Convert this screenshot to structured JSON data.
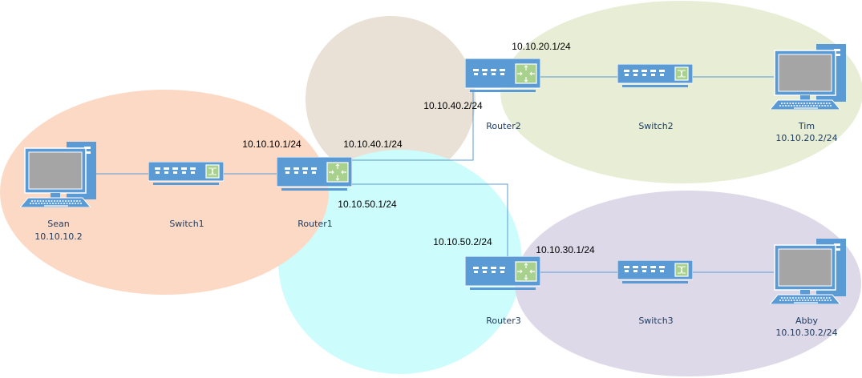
{
  "colors": {
    "device_blue": "#5b9bd5",
    "router_green": "#a9d18e",
    "zone_sean": "#fcd9c5",
    "zone_r1r2": "#e9e1d5",
    "zone_tim": "#e7eed5",
    "zone_r1r3": "#cdfcfc",
    "zone_abby": "#ddd9e8"
  },
  "devices": {
    "sean": {
      "name": "Sean",
      "ip": "10.10.10.2",
      "icon": "pc-icon"
    },
    "switch1": {
      "name": "Switch1",
      "icon": "switch-icon"
    },
    "router1": {
      "name": "Router1",
      "icon": "router-icon"
    },
    "router2": {
      "name": "Router2",
      "icon": "router-icon"
    },
    "switch2": {
      "name": "Switch2",
      "icon": "switch-icon"
    },
    "tim": {
      "name": "Tim",
      "ip": "10.10.20.2/24",
      "icon": "pc-icon"
    },
    "router3": {
      "name": "Router3",
      "icon": "router-icon"
    },
    "switch3": {
      "name": "Switch3",
      "icon": "switch-icon"
    },
    "abby": {
      "name": "Abby",
      "ip": "10.10.30.2/24",
      "icon": "pc-icon"
    }
  },
  "interfaces": {
    "r1_lan": "10.10.10.1/24",
    "r1_r2": "10.10.40.1/24",
    "r2_r1": "10.10.40.2/24",
    "r2_lan": "10.10.20.1/24",
    "r1_r3": "10.10.50.1/24",
    "r3_r1": "10.10.50.2/24",
    "r3_lan": "10.10.30.1/24"
  }
}
